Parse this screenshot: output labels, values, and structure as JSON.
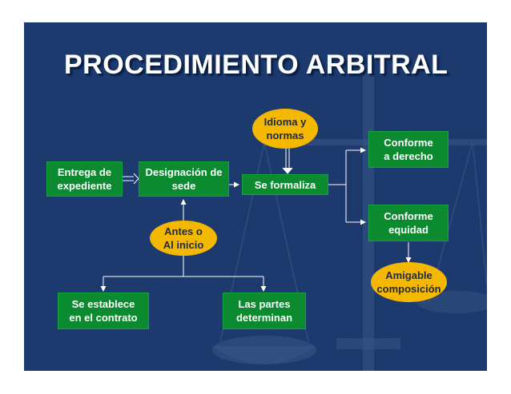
{
  "slide": {
    "title": "PROCEDIMIENTO ARBITRAL",
    "background_color": "#1c3a6e",
    "box_color": "#0b8a2f",
    "oval_color": "#f5b800"
  },
  "nodes": {
    "entrega": "Entrega de\nexpediente",
    "designacion": "Designación de\nsede",
    "formaliza": "Se formaliza",
    "idioma": "Idioma y\nnormas",
    "conforme_derecho": "Conforme\na derecho",
    "conforme_equidad": "Conforme\nequidad",
    "amigable": "Amigable\ncomposición",
    "antes": "Antes o\nAl inicio",
    "contrato": "Se establece\nen el contrato",
    "partes": "Las partes\ndeterminan"
  }
}
